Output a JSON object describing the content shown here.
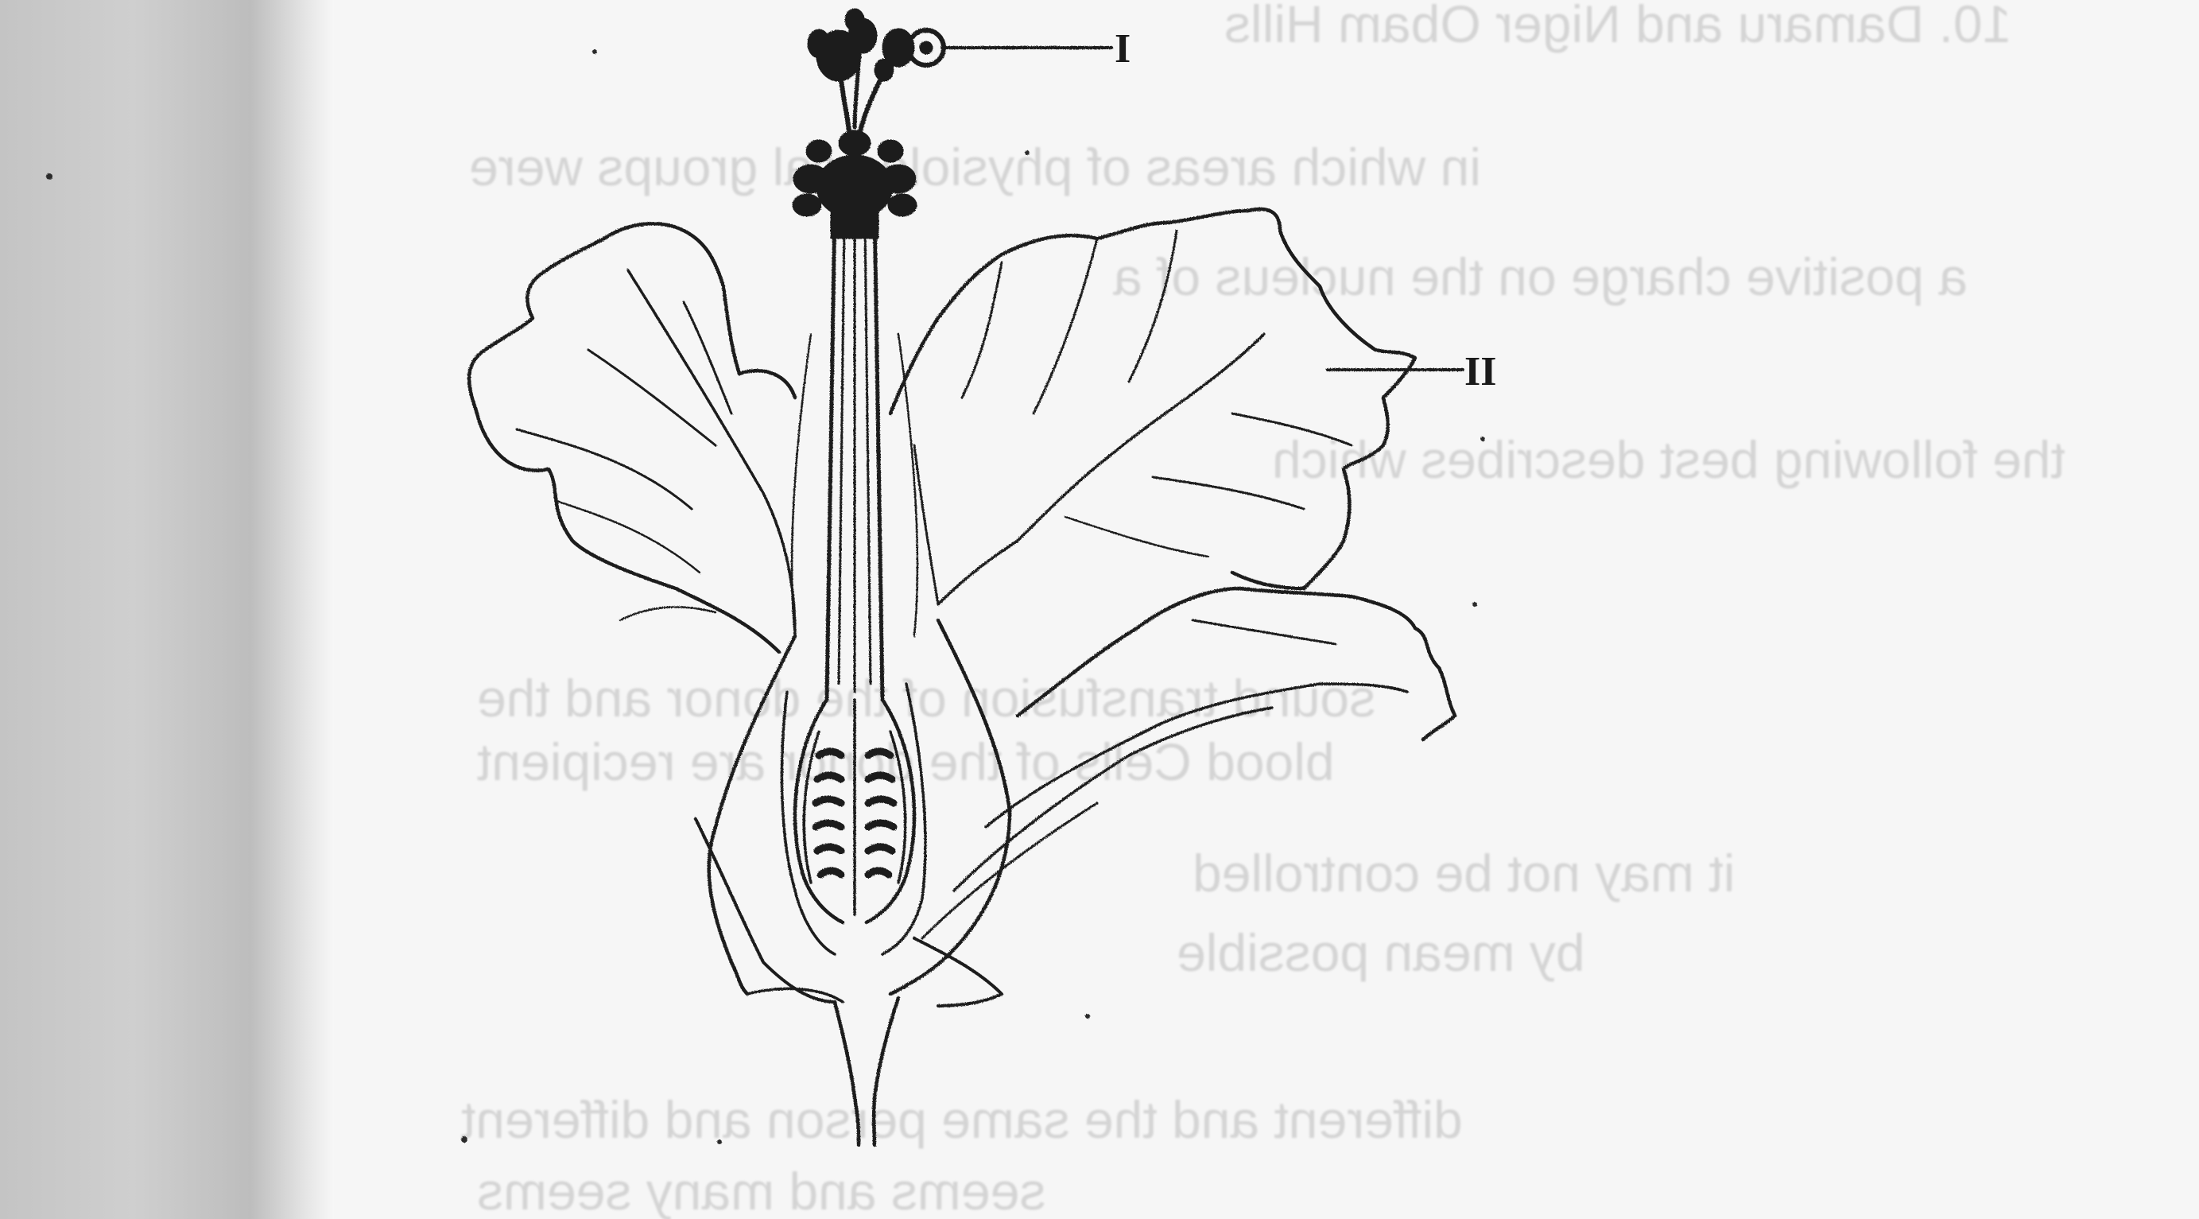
{
  "diagram": {
    "subject": "longitudinal section of a flower",
    "labels": [
      {
        "id": "I",
        "text": "I",
        "points_to": "stigma"
      },
      {
        "id": "II",
        "text": "II",
        "points_to": "petal"
      }
    ]
  },
  "bleed_through_lines": [
    "10. Damaru and Niger Obam Hills",
    "in which areas of physiological groups were",
    "a positive charge on the nucleus of a",
    "the following best describes which",
    "sound transfusion of the donor and the",
    "blood Cells of the donor are recipient",
    "it may not be controlled",
    "by mean possible",
    "different and the same person and different",
    "seems and many seems"
  ],
  "colors": {
    "ink": "#1e1e1e",
    "paper": "#f6f6f6",
    "binding_shadow": "#c4c4c4",
    "bleed_through": "#b9b9b9"
  }
}
